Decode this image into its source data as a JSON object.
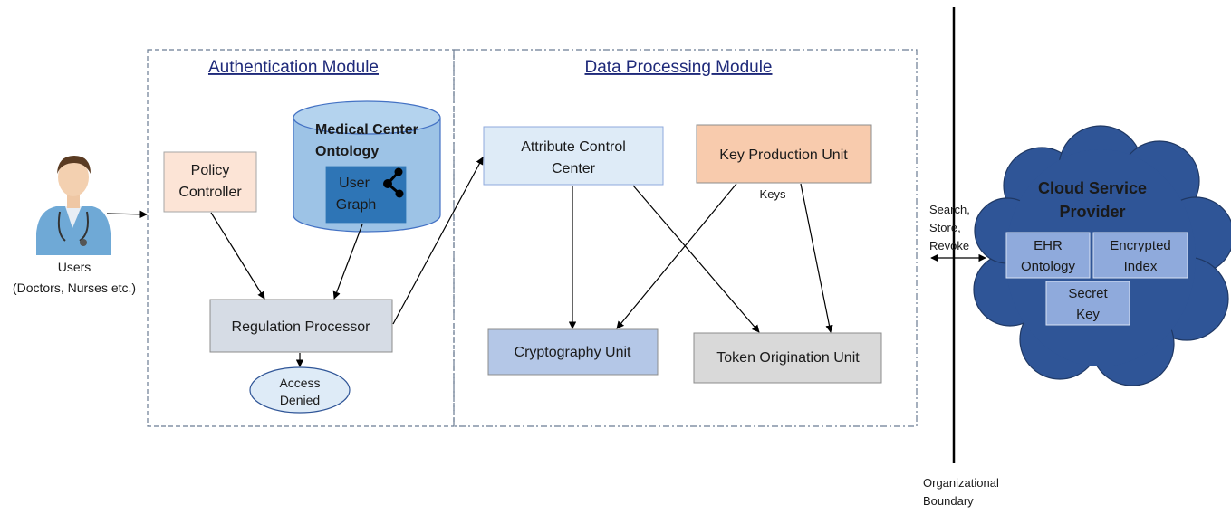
{
  "modules": {
    "authentication": "Authentication Module",
    "data_processing": "Data Processing Module"
  },
  "users": {
    "line1": "Users",
    "line2": "(Doctors, Nurses etc.)"
  },
  "policy_controller": {
    "line1": "Policy",
    "line2": "Controller"
  },
  "ontology_db": {
    "line1": "Medical Center",
    "line2": "Ontology",
    "user_graph_line1": "User",
    "user_graph_line2": "Graph"
  },
  "regulation_processor": "Regulation Processor",
  "access_denied": {
    "line1": "Access",
    "line2": "Denied"
  },
  "attribute_control": {
    "line1": "Attribute Control",
    "line2": "Center"
  },
  "key_production": "Key Production Unit",
  "keys_label": "Keys",
  "cryptography_unit": "Cryptography Unit",
  "token_origination": "Token Origination Unit",
  "channel": {
    "line1": "Search,",
    "line2": "Store,",
    "line3": "Revoke"
  },
  "boundary": {
    "line1": "Organizational",
    "line2": "Boundary"
  },
  "cloud": {
    "title_line1": "Cloud Service",
    "title_line2": "Provider",
    "ehr_line1": "EHR",
    "ehr_line2": "Ontology",
    "index_line1": "Encrypted",
    "index_line2": "Index",
    "secret_line1": "Secret",
    "secret_line2": "Key"
  },
  "colors": {
    "policy_fill": "#fce4d6",
    "ontology_fill": "#9dc3e6",
    "user_graph_fill": "#2e75b6",
    "regulation_fill": "#d6dce5",
    "access_fill": "#deebf7",
    "attribute_fill": "#deebf7",
    "key_fill": "#f8cbad",
    "crypto_fill": "#b4c7e7",
    "token_fill": "#d9d9d9",
    "cloud_fill": "#2f5597",
    "cloud_inner_fill": "#8faadc"
  }
}
